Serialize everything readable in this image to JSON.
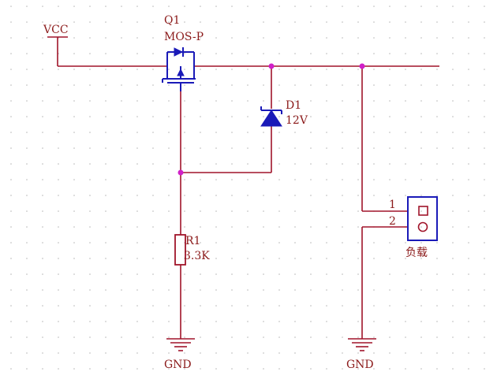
{
  "net_labels": {
    "vcc": "VCC",
    "gnd_left": "GND",
    "gnd_right": "GND"
  },
  "components": {
    "q1": {
      "designator": "Q1",
      "value": "MOS-P"
    },
    "d1": {
      "designator": "D1",
      "value": "12V"
    },
    "r1": {
      "designator": "R1",
      "value": "3.3K"
    },
    "load": {
      "pin1": "1",
      "pin2": "2",
      "name": "负载"
    }
  },
  "colors": {
    "wire": "#a0142a",
    "symbol": "#1a1ab8",
    "junction": "#d020c8",
    "text": "#8b1a1a",
    "grid": "#b8b8b8"
  }
}
